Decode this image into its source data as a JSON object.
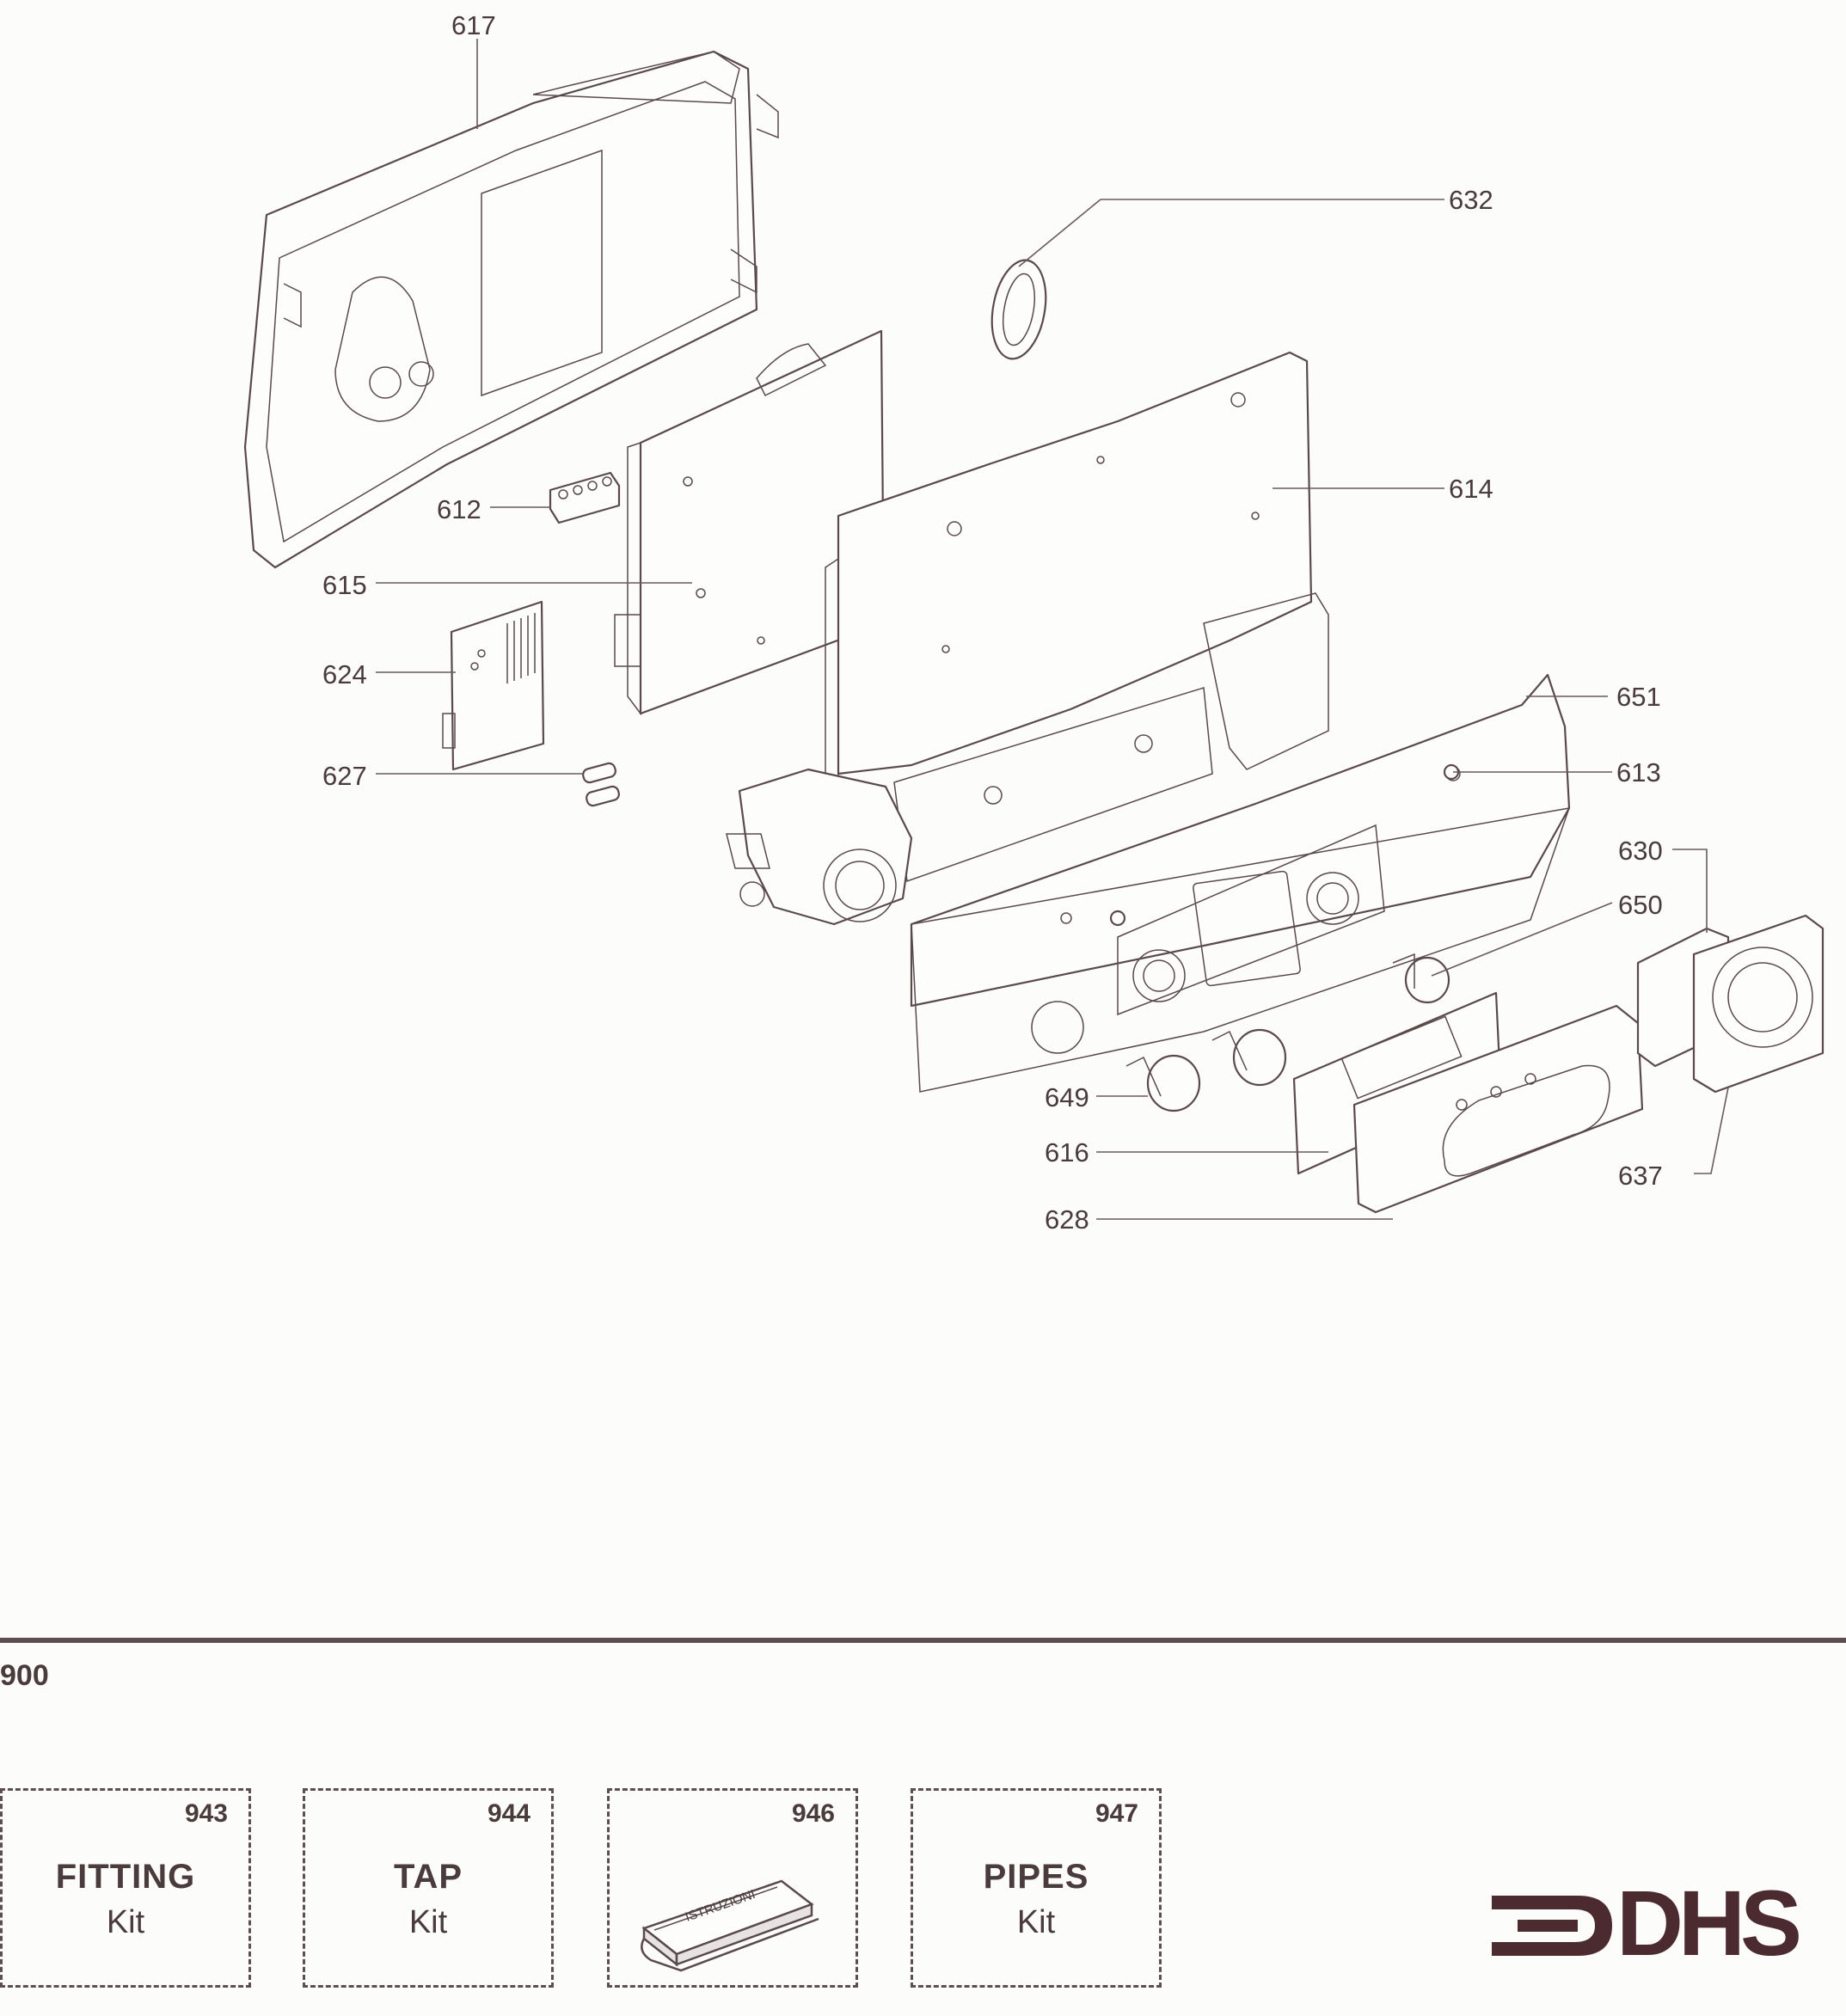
{
  "callouts": {
    "p617": "617",
    "p632": "632",
    "p612": "612",
    "p614": "614",
    "p615": "615",
    "p624": "624",
    "p651": "651",
    "p627": "627",
    "p613": "613",
    "p630": "630",
    "p650": "650",
    "p649": "649",
    "p616": "616",
    "p637": "637",
    "p628": "628"
  },
  "section": {
    "number": "900"
  },
  "kits": [
    {
      "code": "943",
      "name": "FITTING",
      "sub": "Kit"
    },
    {
      "code": "944",
      "name": "TAP",
      "sub": "Kit"
    },
    {
      "code": "946",
      "name": "",
      "sub": "",
      "booklet_text": "ISTRUZIONI"
    },
    {
      "code": "947",
      "name": "PIPES",
      "sub": "Kit"
    }
  ],
  "logo": {
    "text": "DHS"
  },
  "colors": {
    "line": "#5a4a4c",
    "text": "#4a3b3d",
    "logo": "#4b2a30"
  }
}
